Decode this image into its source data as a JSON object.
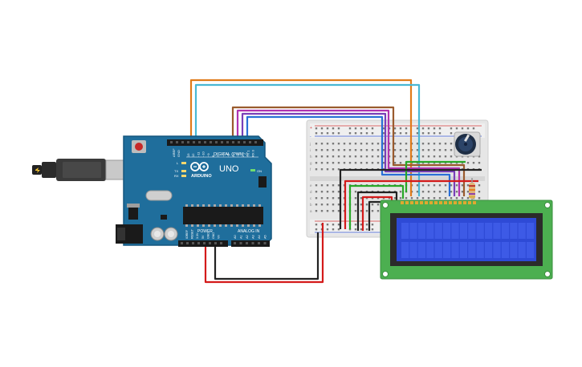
{
  "arduino": {
    "brand": "ARDUINO",
    "model": "UNO",
    "digital_label": "DIGITAL (PWM~)",
    "power_label": "POWER",
    "analog_label": "ANALOG IN",
    "aref_label": "AREF",
    "gnd_label": "GND",
    "on_label": "ON",
    "l_label": "L",
    "tx_label": "TX",
    "rx_label": "RX",
    "digital_pins": [
      "13",
      "12",
      "~11",
      "~10",
      "~9",
      "8",
      "7",
      "~6",
      "~5",
      "4",
      "~3",
      "2",
      "TX 1",
      "RX 0"
    ],
    "power_pins": [
      "IOREF",
      "RESET",
      "3.3V",
      "5V",
      "GND",
      "GND",
      "Vin"
    ],
    "analog_pins": [
      "A0",
      "A1",
      "A2",
      "A3",
      "A4",
      "A5"
    ]
  },
  "breadboard": {
    "row_letters_top": [
      "j",
      "i",
      "h",
      "g",
      "f"
    ],
    "row_letters_bottom": [
      "e",
      "d",
      "c",
      "b",
      "a"
    ],
    "rail_plus": "+",
    "rail_minus": "-"
  },
  "colors": {
    "board": "#1f6e9c",
    "board_edge": "#15577e",
    "breadboard": "#e8e8e8",
    "lcd_pcb": "#4caf50",
    "lcd_screen": "#2e4ad6",
    "wire_orange": "#e07b1a",
    "wire_cyan": "#49b8d4",
    "wire_brown": "#9a5b2e",
    "wire_magenta": "#b033b0",
    "wire_purple": "#7a3fb8",
    "wire_blue": "#2a6fd6",
    "wire_red": "#d41a1a",
    "wire_black": "#222222",
    "wire_green": "#28a828"
  }
}
